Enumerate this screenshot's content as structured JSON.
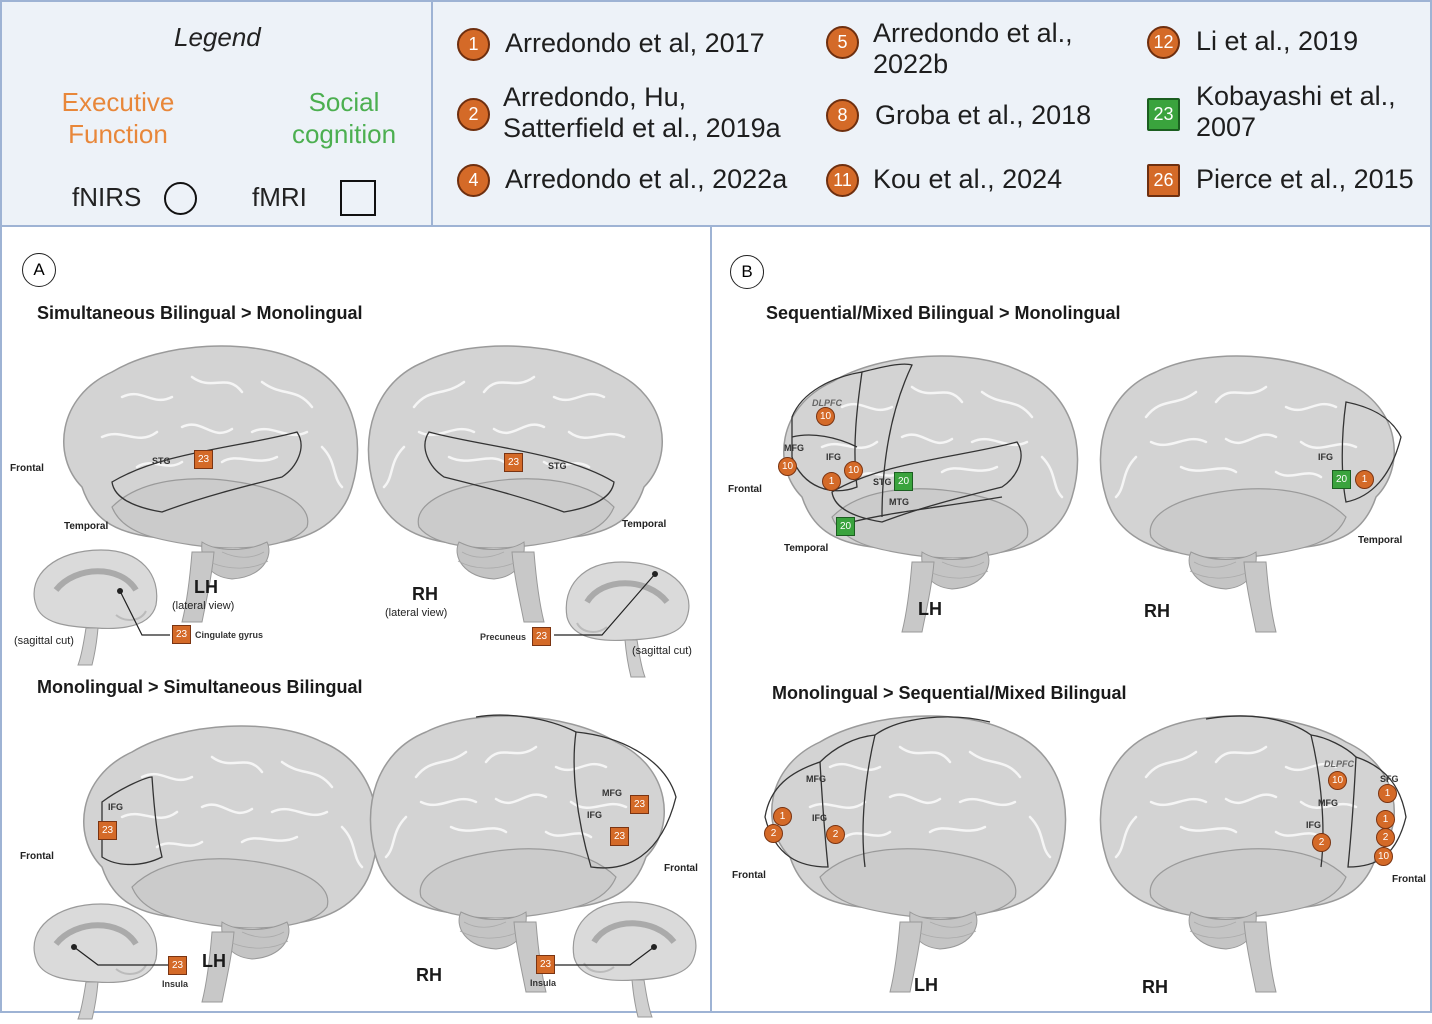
{
  "legend": {
    "title": "Legend",
    "executive": "Executive\nFunction",
    "social": "Social\ncognition",
    "fnirs": "fNIRS",
    "fmri": "fMRI",
    "colors": {
      "executive": "#e8873a",
      "social": "#4caf50",
      "marker": "#d46a28",
      "marker_green": "#3aa33d"
    }
  },
  "references": [
    {
      "num": "1",
      "text": "Arredondo et al, 2017",
      "shape": "circle"
    },
    {
      "num": "2",
      "text": "Arredondo, Hu,\nSatterfield et al., 2019a",
      "shape": "circle"
    },
    {
      "num": "4",
      "text": "Arredondo et al., 2022a",
      "shape": "circle"
    },
    {
      "num": "5",
      "text": "Arredondo et al.,\n2022b",
      "shape": "circle"
    },
    {
      "num": "8",
      "text": "Groba et al., 2018",
      "shape": "circle"
    },
    {
      "num": "11",
      "text": "Kou et al., 2024",
      "shape": "circle"
    },
    {
      "num": "12",
      "text": "Li et al., 2019",
      "shape": "circle"
    },
    {
      "num": "23",
      "text": "Kobayashi et al.,\n2007",
      "shape": "square-green"
    },
    {
      "num": "26",
      "text": "Pierce et al., 2015",
      "shape": "square"
    }
  ],
  "panel_a": {
    "letter": "A",
    "top_heading": "Simultaneous Bilingual > Monolingual",
    "bottom_heading": "Monolingual > Simultaneous Bilingual",
    "frontal": "Frontal",
    "temporal": "Temporal",
    "stg": "STG",
    "ifg": "IFG",
    "mfg": "MFG",
    "lh": "LH",
    "rh": "RH",
    "lateral_view": "(lateral view)",
    "sagittal_cut": "(sagittal cut)",
    "cingulate": "Cingulate gyrus",
    "precuneus": "Precuneus",
    "insula": "Insula",
    "marker23": "23"
  },
  "panel_b": {
    "letter": "B",
    "top_heading": "Sequential/Mixed Bilingual > Monolingual",
    "bottom_heading": "Monolingual > Sequential/Mixed Bilingual",
    "frontal": "Frontal",
    "temporal": "Temporal",
    "dlpfc": "DLPFC",
    "mfg": "MFG",
    "ifg": "IFG",
    "stg": "STG",
    "mtg": "MTG",
    "sfg": "SFG",
    "lh": "LH",
    "rh": "RH",
    "m1": "1",
    "m2": "2",
    "m10": "10",
    "m20": "20"
  }
}
